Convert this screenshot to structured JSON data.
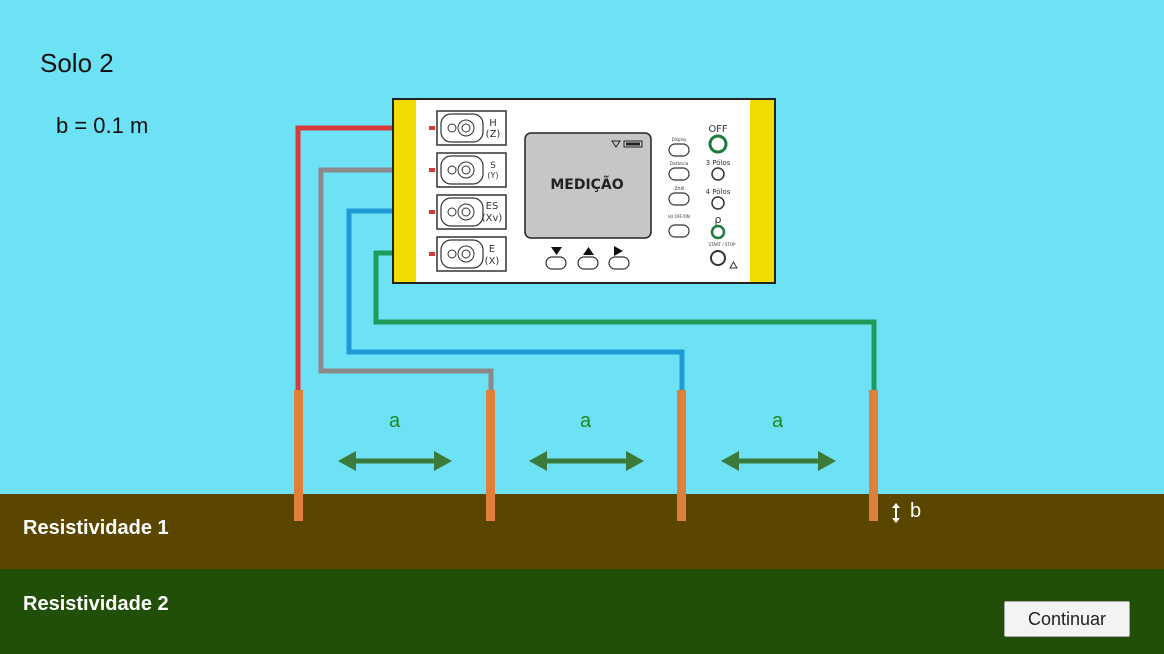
{
  "scene": {
    "title": "Solo 2",
    "b_value": "b = 0.1 m",
    "spacing_label": "a",
    "depth_label": "b",
    "layer1_label": "Resistividade 1",
    "layer2_label": "Resistividade 2",
    "continue_label": "Continuar"
  },
  "meter": {
    "display_text": "MEDIÇÃO",
    "terminals": [
      {
        "name": "H",
        "sub": "(Z)"
      },
      {
        "name": "S",
        "sub": "(Y)"
      },
      {
        "name": "ES",
        "sub": "(Xv)"
      },
      {
        "name": "E",
        "sub": "(X)"
      }
    ],
    "small_buttons": [
      "Display",
      "Distância",
      "2nd",
      "Hz OFF/ON"
    ],
    "mode_labels": {
      "off": "OFF",
      "three_poles": "3 Pólos",
      "four_poles": "4 Pólos",
      "rho": "ρ",
      "start_stop": "START / STOP"
    }
  },
  "colors": {
    "sky": "#6ee2f5",
    "layer1": "#5b4600",
    "layer2": "#214f07",
    "wire_h": "#d63a3a",
    "wire_s": "#8a8a8a",
    "wire_es": "#1e9ad6",
    "wire_e": "#1e9a5a",
    "electrode": "#e07f3a",
    "arrow": "#3c7a3c",
    "meter_side": "#f0dc00"
  }
}
